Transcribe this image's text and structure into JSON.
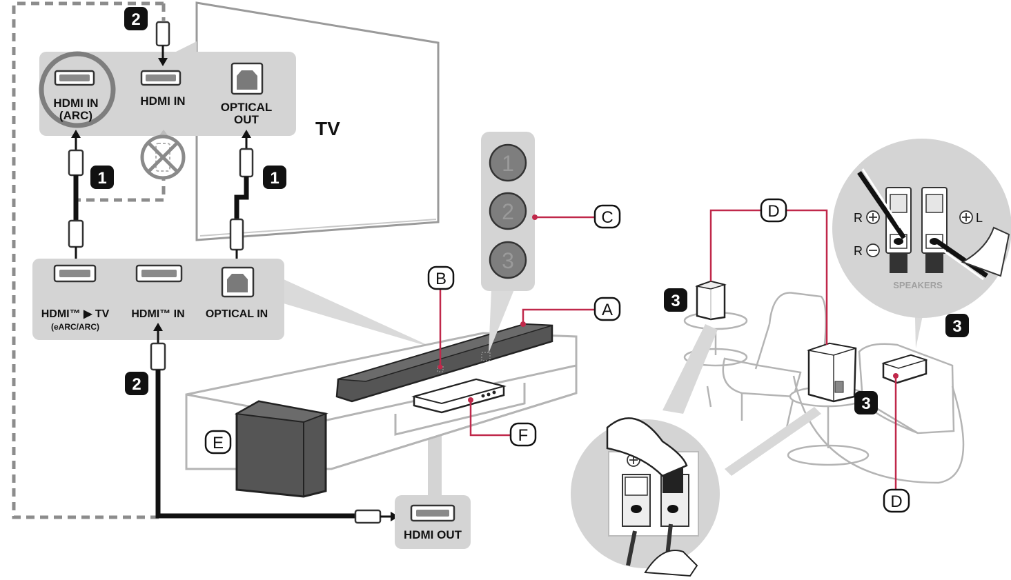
{
  "tv": {
    "title": "TV",
    "ports": {
      "hdmi_arc_line1": "HDMI IN",
      "hdmi_arc_line2": "(ARC)",
      "hdmi_in": "HDMI IN",
      "optical_line1": "OPTICAL",
      "optical_line2": "OUT"
    }
  },
  "soundbar_panel": {
    "hdmi_tv": "HDMI™ ▶ TV",
    "hdmi_tv_sub": "(eARC/ARC)",
    "hdmi_in": "HDMI™ IN",
    "optical_in": "OPTICAL IN"
  },
  "source_device": {
    "hdmi_out": "HDMI OUT"
  },
  "steps": {
    "one": "1",
    "two": "2",
    "three": "3"
  },
  "buttons": [
    "1",
    "2",
    "3"
  ],
  "callouts": {
    "a": "A",
    "b": "B",
    "c": "C",
    "d": "D",
    "e": "E",
    "f": "F"
  },
  "rear_panel": {
    "r_plus": "R",
    "r_minus": "R",
    "l_plus": "L",
    "speakers": "SPEAKERS"
  },
  "colors": {
    "callout_line": "#c0284a",
    "panel_gray": "#d4d4d4",
    "cable": "#111111",
    "dashed": "#8c8c8c"
  },
  "icons": [
    "hdmi-port-icon",
    "optical-port-icon",
    "prohibited-icon",
    "step-badge-icon",
    "plus-icon",
    "minus-icon"
  ]
}
